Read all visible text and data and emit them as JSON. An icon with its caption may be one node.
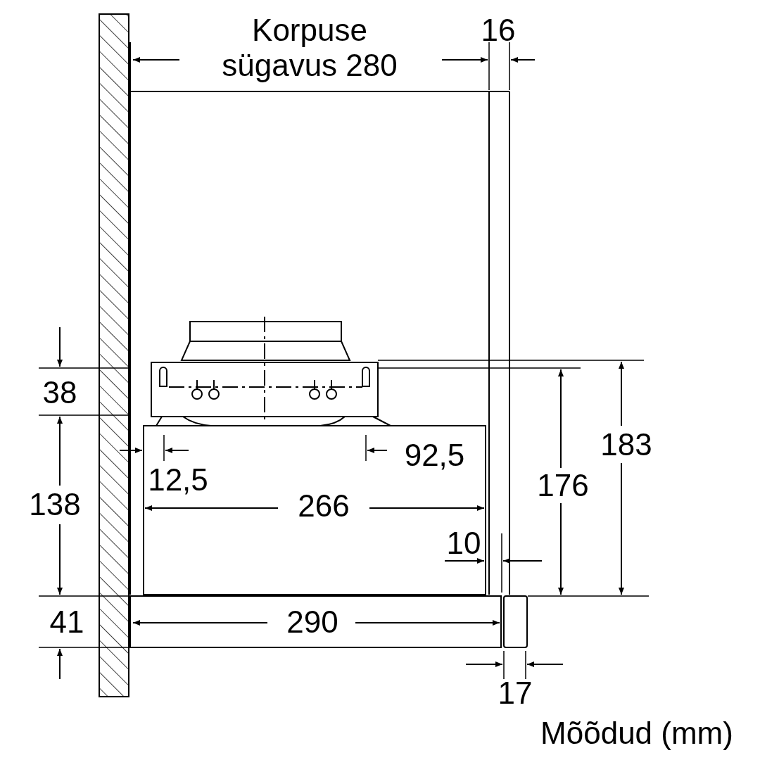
{
  "diagram": {
    "labels": [
      "Korpuse sügavus 280",
      "16",
      "38",
      "12,5",
      "92,5",
      "138",
      "266",
      "176",
      "183",
      "10",
      "41",
      "290",
      "17",
      "Mõõdud (mm)"
    ]
  }
}
